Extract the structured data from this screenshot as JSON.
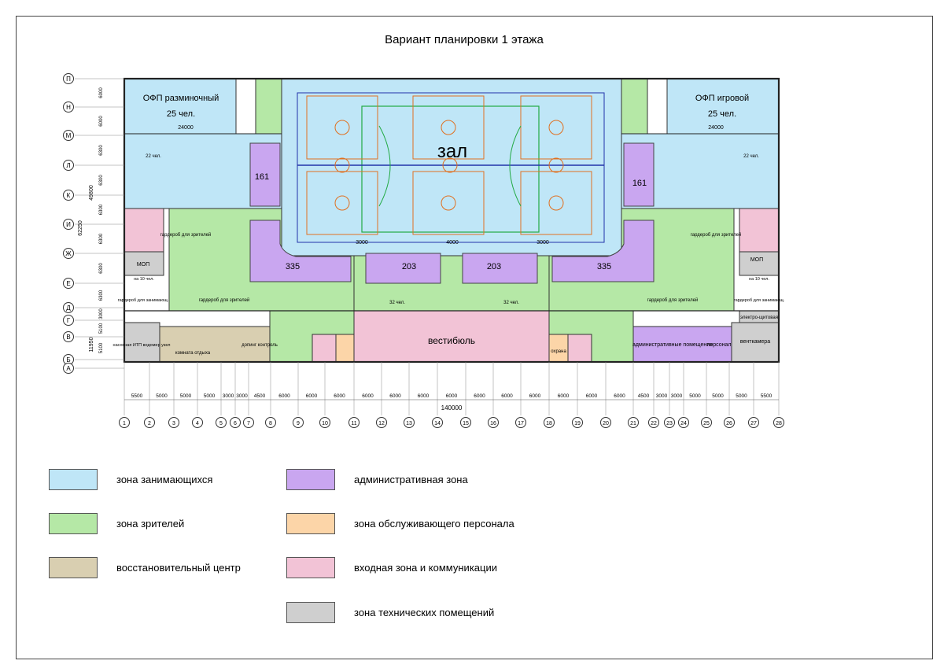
{
  "title": "Вариант планировки 1 этажа",
  "colors": {
    "athletes": "#bfe6f7",
    "spectators": "#b5e8a6",
    "recovery": "#d9cfb1",
    "admin": "#c9a6f0",
    "staff": "#fcd5a8",
    "entry": "#f2c3d6",
    "tech": "#cfcfcf"
  },
  "rooms": {
    "ofp_left": "ОФП разминочный",
    "ofp_left_cap": "25 чел.",
    "ofp_right": "ОФП игровой",
    "ofp_right_cap": "25 чел.",
    "hall": "зал",
    "vestibule": "вестибюль",
    "admin_rooms": "административные помещения",
    "personnel": "персонал",
    "ventkamera": "венткамера",
    "electro": "электро-щитовая",
    "itp": "насосная ИТП водомер узел",
    "mop_left": "МОП",
    "mop_right": "МОП",
    "rest_room": "комната отдыха",
    "doping": "допинг контроль",
    "garderob_left": "гардероб для зрителей",
    "garderob_right": "гардероб для зрителей",
    "garderob_bottom_left": "гардероб для зрителей",
    "garderob_bottom_right": "гардероб для зрителей",
    "security": "охрана",
    "lockers_cap": "22 чел.",
    "bench_cap": "32 чел.",
    "garderob_athletes_left": "гардероб для занимающ.",
    "garderob_athletes_right": "гардероб для занимающ.",
    "dressing_10_left": "на 10 чел.",
    "dressing_10_right": "на 10 чел."
  },
  "seats": {
    "tribune_left_top": "161",
    "tribune_right_top": "161",
    "tribune_left_bottom": "335",
    "tribune_right_bottom": "335",
    "tribune_center_left": "203",
    "tribune_center_right": "203"
  },
  "dims": {
    "d_3000_a": "3000",
    "d_4000": "4000",
    "d_3000_b": "3000",
    "d_24000_l": "24000",
    "d_24000_r": "24000",
    "total": "140000",
    "left_total": "62250",
    "left_inner": "49800",
    "left_bottom": "11950"
  },
  "row_axes": [
    "П",
    "Н",
    "М",
    "Л",
    "К",
    "И",
    "Ж",
    "Е",
    "Д",
    "Г",
    "В",
    "Б",
    "А"
  ],
  "col_axes": [
    "1",
    "2",
    "3",
    "4",
    "5",
    "6",
    "7",
    "8",
    "9",
    "10",
    "11",
    "12",
    "13",
    "14",
    "15",
    "16",
    "17",
    "18",
    "19",
    "20",
    "21",
    "22",
    "23",
    "24",
    "25",
    "26",
    "27",
    "28"
  ],
  "col_spans": [
    "5500",
    "5000",
    "5000",
    "5000",
    "3000",
    "3000",
    "4500",
    "6000",
    "6000",
    "6000",
    "6000",
    "6000",
    "6000",
    "6000",
    "6000",
    "6000",
    "6000",
    "6000",
    "6000",
    "6000",
    "4500",
    "3000",
    "3000",
    "5000",
    "5000",
    "5000",
    "5500"
  ],
  "row_spans": [
    "6000",
    "6000",
    "6300",
    "6300",
    "6300",
    "6300",
    "6300",
    "6300",
    "3000",
    "5100",
    "5100"
  ],
  "legend": [
    {
      "label": "зона занимающихся",
      "color": "#bfe6f7"
    },
    {
      "label": "зона зрителей",
      "color": "#b5e8a6"
    },
    {
      "label": "восстановительный центр",
      "color": "#d9cfb1"
    },
    {
      "label": "административная зона",
      "color": "#c9a6f0"
    },
    {
      "label": "зона обслуживающего персонала",
      "color": "#fcd5a8"
    },
    {
      "label": "входная зона и коммуникации",
      "color": "#f2c3d6"
    },
    {
      "label": "зона технических помещений",
      "color": "#cfcfcf"
    }
  ]
}
